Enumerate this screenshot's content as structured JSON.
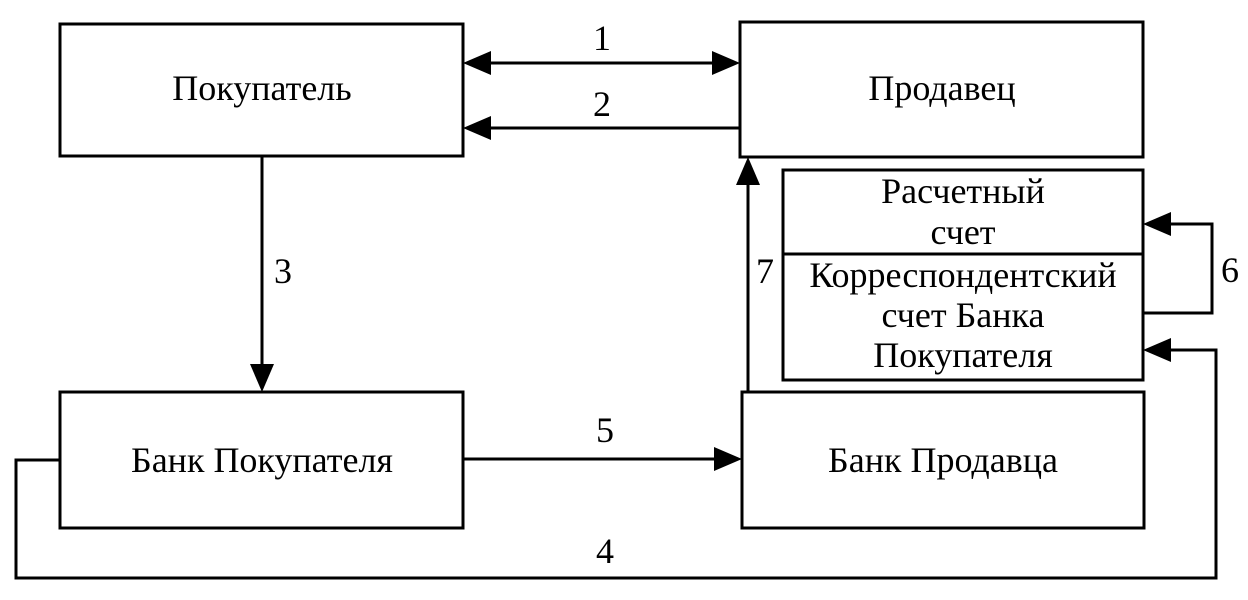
{
  "diagram": {
    "nodes": {
      "buyer": "Покупатель",
      "seller": "Продавец",
      "buyer_bank": "Банк Покупателя",
      "seller_bank": "Банк Продавца",
      "settlement_account": [
        "Расчетный",
        "счет"
      ],
      "correspondent_account": [
        "Корреспондентский",
        "счет Банка",
        "Покупателя"
      ]
    },
    "edges": [
      {
        "label": "1",
        "from": "buyer",
        "to": "seller",
        "bidirectional": true
      },
      {
        "label": "2",
        "from": "seller",
        "to": "buyer"
      },
      {
        "label": "3",
        "from": "buyer",
        "to": "buyer_bank"
      },
      {
        "label": "4",
        "from": "buyer_bank",
        "to": "correspondent_account"
      },
      {
        "label": "5",
        "from": "buyer_bank",
        "to": "seller_bank"
      },
      {
        "label": "6",
        "from": "correspondent_account",
        "to": "settlement_account"
      },
      {
        "label": "7",
        "from": "seller_bank",
        "to": "seller"
      }
    ],
    "colors": {
      "stroke": "#000000",
      "background": "#ffffff"
    }
  }
}
